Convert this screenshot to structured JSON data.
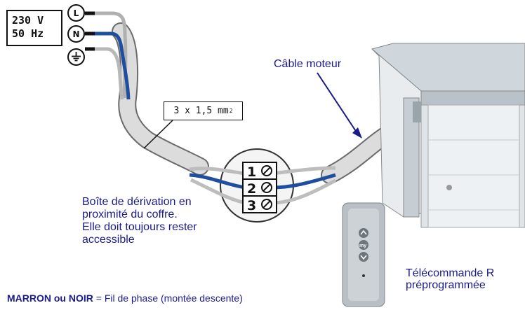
{
  "supply": {
    "voltage": "230 V",
    "frequency": "50 Hz"
  },
  "terminals": {
    "phase": "L",
    "neutral": "N"
  },
  "section": {
    "text": "3 x 1,5 mm",
    "power": "2"
  },
  "labels": {
    "motor_cable": "Câble moteur",
    "junction_box": [
      "Boîte de dérivation en",
      "proximité du coffre.",
      "Elle doit  toujours rester",
      "accessible"
    ],
    "remote": [
      "Télécommande R",
      "préprogrammée"
    ]
  },
  "terminal_block": [
    "1",
    "2",
    "3"
  ],
  "remote_button": "my",
  "legend": {
    "key": "MARRON ou NOIR",
    "text": " = Fil de phase (montée descente)"
  },
  "colors": {
    "phase_wire": "#c0c0c0",
    "neutral_wire": "#1f4e9e",
    "earth_wire": "#b8b8b8",
    "sheath": "#dcdcdc",
    "label_text": "#1a1a8c"
  }
}
